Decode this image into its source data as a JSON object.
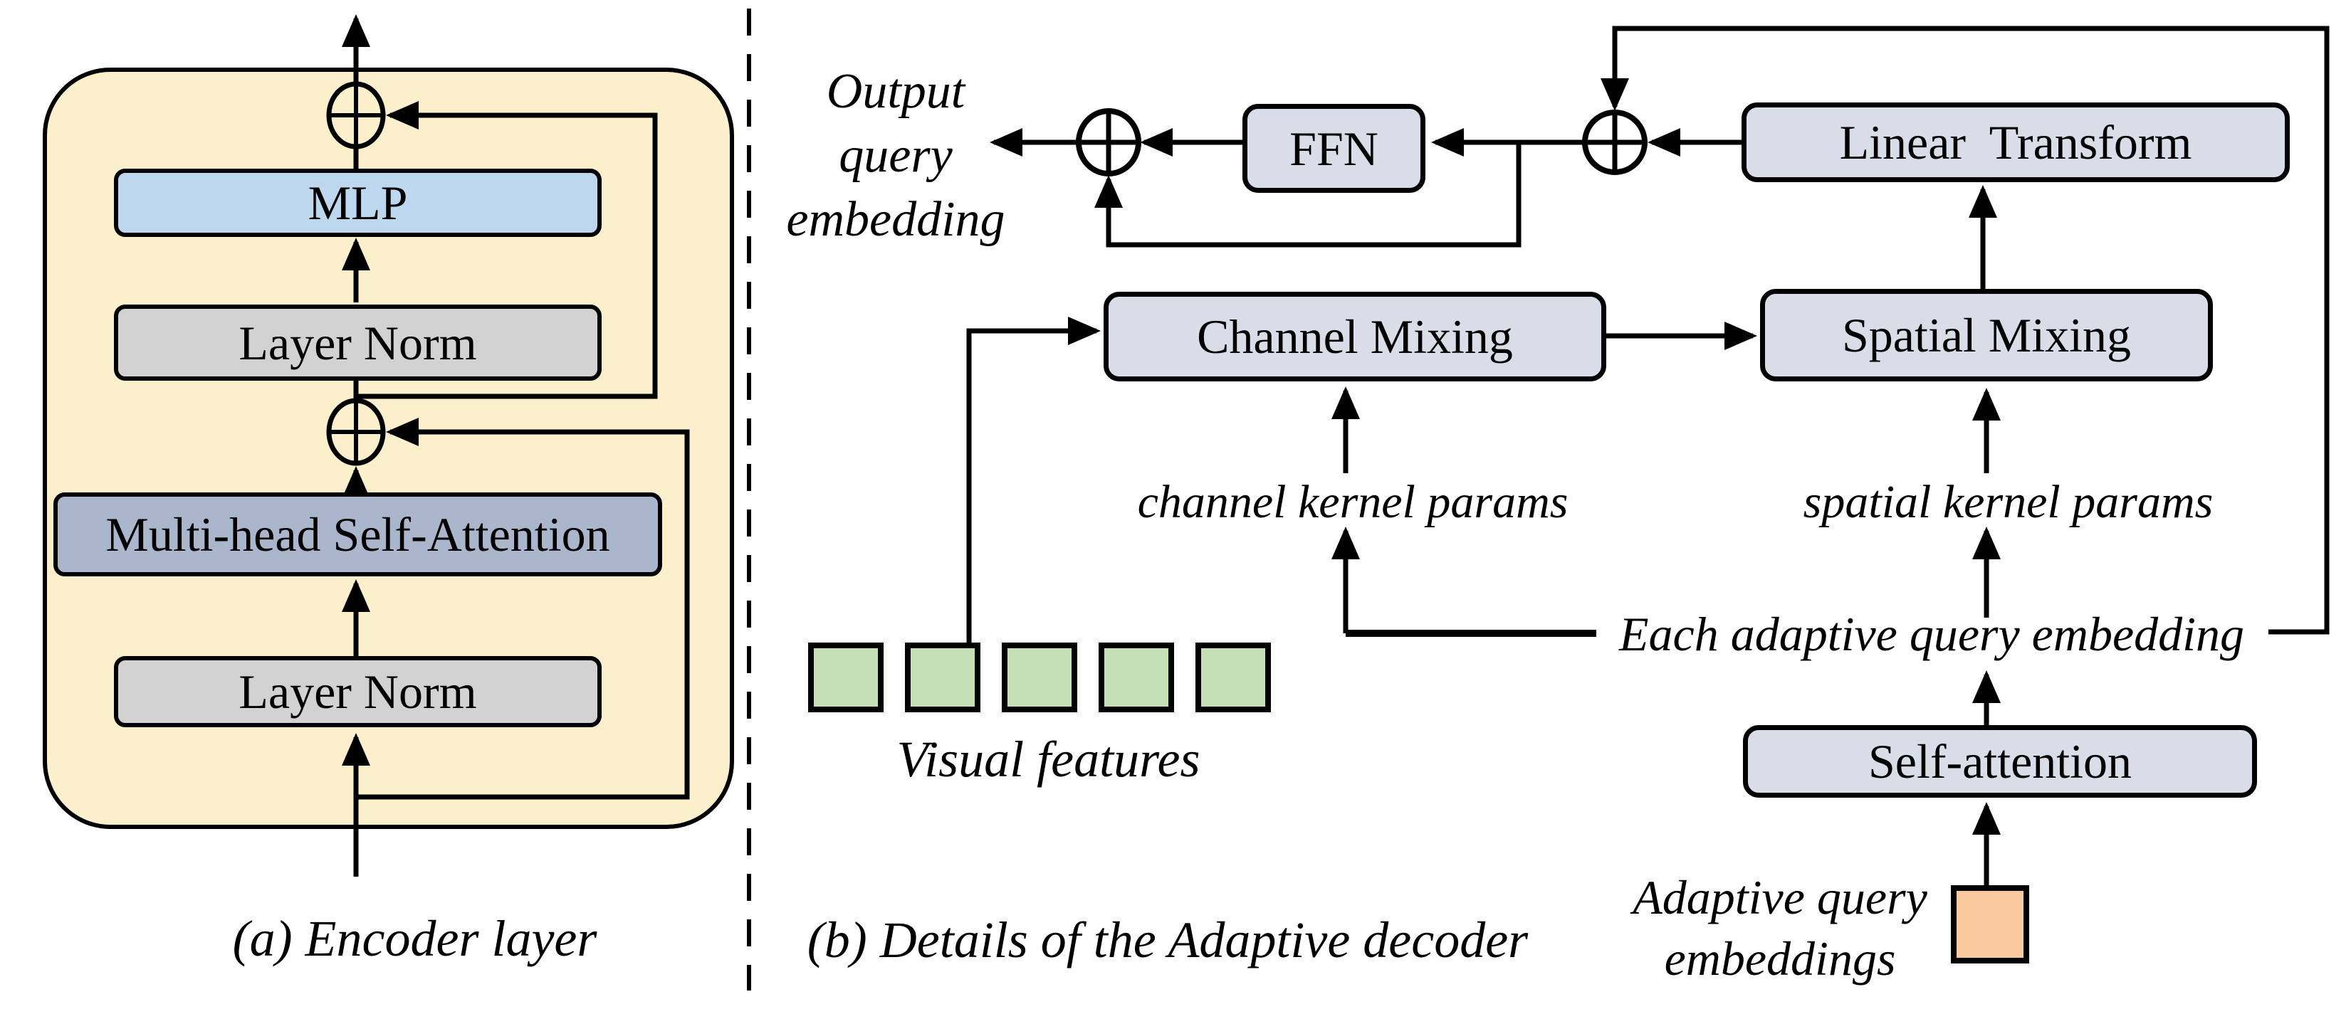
{
  "figure": {
    "type": "architecture-diagram",
    "panels": [
      "encoder layer",
      "adaptive decoder details"
    ]
  },
  "colors": {
    "encoder_background": "#FCEFCB",
    "mlp_fill": "#BDD7EE",
    "layer_norm_fill": "#D2D2D2",
    "attention_fill": "#AAB6CB",
    "decoder_box_fill": "#D8DDE8",
    "visual_feature_fill": "#C5DFB5",
    "query_embedding_fill": "#F9C99E",
    "line_color": "#000000"
  },
  "encoder": {
    "caption": "(a) Encoder layer",
    "boxes": {
      "mlp": "MLP",
      "layer_norm_top": "Layer Norm",
      "msa": "Multi-head Self-Attention",
      "layer_norm_bottom": "Layer Norm"
    }
  },
  "decoder": {
    "caption": "(b) Details of the Adaptive decoder",
    "boxes": {
      "ffn": "FFN",
      "linear_transform": "Linear  Transform",
      "channel_mixing": "Channel Mixing",
      "spatial_mixing": "Spatial Mixing",
      "self_attention": "Self-attention"
    },
    "labels": {
      "output_query_embedding": "Output\nquery\nembedding",
      "channel_kernel_params": "channel kernel params",
      "spatial_kernel_params": "spatial kernel params",
      "each_adaptive_query_embedding": "Each adaptive query embedding",
      "visual_features": "Visual features",
      "adaptive_query_embeddings": "Adaptive query\nembeddings"
    }
  }
}
